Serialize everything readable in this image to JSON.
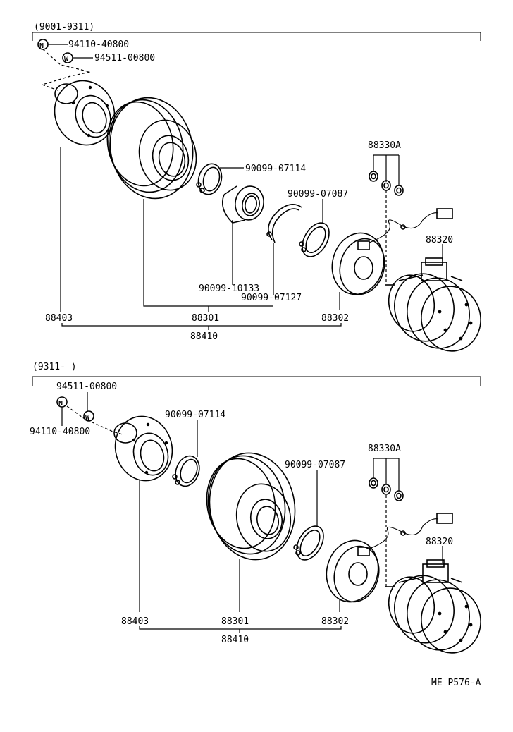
{
  "top": {
    "range": "(9001-9311)",
    "nut": "94110-40800",
    "washer": "94511-00800",
    "snap_ring_a": "90099-07114",
    "snap_ring_b": "90099-07087",
    "bearing": "90099-10133",
    "snap_ring_c": "90099-07127",
    "shim": "88330A",
    "compressor": "88320",
    "hub": "88403",
    "pulley": "88301",
    "coil": "88302",
    "clutch_assy": "88410",
    "nut_icon": "N",
    "washer_icon": "W"
  },
  "bottom": {
    "range": "(9311-     )",
    "washer": "94511-00800",
    "nut": "94110-40800",
    "snap_ring_a": "90099-07114",
    "snap_ring_b": "90099-07087",
    "shim": "88330A",
    "compressor": "88320",
    "hub": "88403",
    "pulley": "88301",
    "coil": "88302",
    "clutch_assy": "88410",
    "nut_icon": "N",
    "washer_icon": "W"
  },
  "footer": "ME  P576-A"
}
